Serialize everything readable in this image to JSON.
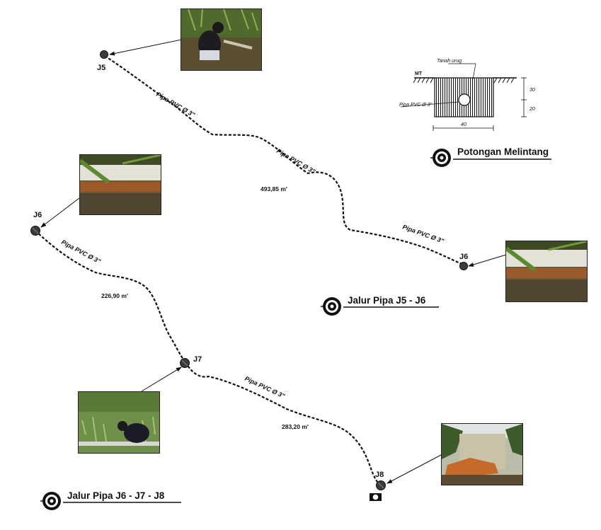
{
  "nodes": {
    "j5": "J5",
    "j6a": "J6",
    "j6b": "J6",
    "j7": "J7",
    "j8": "J8"
  },
  "pipe_label": "Pipa PVC Ø 3\"",
  "distances": {
    "j5_j6": "493,85 m'",
    "j6_j7": "226,90 m'",
    "j7_j8": "283,20 m'"
  },
  "titles": {
    "cross_section": "Potongan Melintang",
    "route_j5_j6": "Jalur Pipa J5 - J6",
    "route_j6_j8": "Jalur Pipa J6 - J7 - J8"
  },
  "section": {
    "fill_label": "Tanah urug",
    "ground_label": "MT",
    "pipe_label": "Pipa PVC Ø 3\"",
    "dim_top": "30",
    "dim_bottom": "20",
    "dim_width": "40"
  },
  "colors": {
    "line": "#111111",
    "node_fill": "#3a3a3a",
    "background": "#ffffff"
  },
  "icons": {
    "section_marker": "target-icon",
    "trench_hatch": "hatch-pattern"
  }
}
